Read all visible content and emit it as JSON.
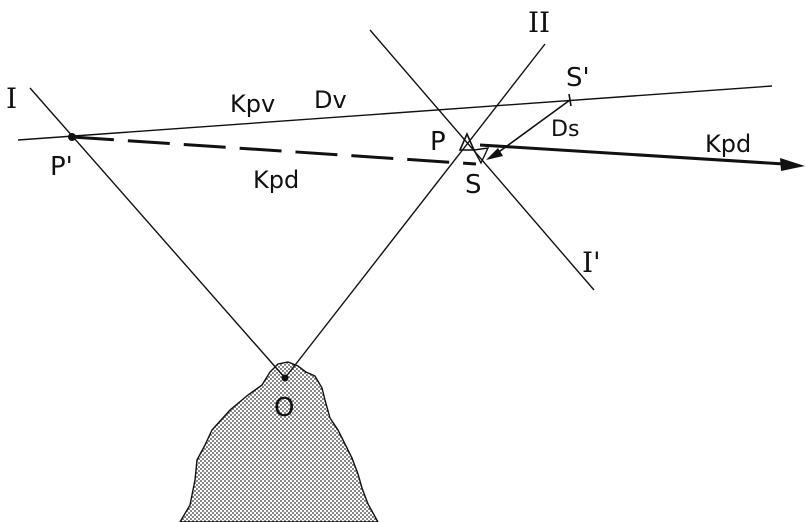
{
  "labels": {
    "line_I": "I",
    "line_II": "II",
    "line_I_prime": "I'",
    "point_P_prime": "P'",
    "point_P": "P",
    "point_S": "S",
    "point_S_prime": "S'",
    "point_O": "O",
    "k_pv": "Kpv",
    "d_v": "Dv",
    "k_pd_dashed": "Kpd",
    "k_pd_arrow": "Kpd",
    "d_s": "Ds"
  },
  "colors": {
    "ink": "#111111",
    "observer_fill": "#cfcfcf"
  }
}
